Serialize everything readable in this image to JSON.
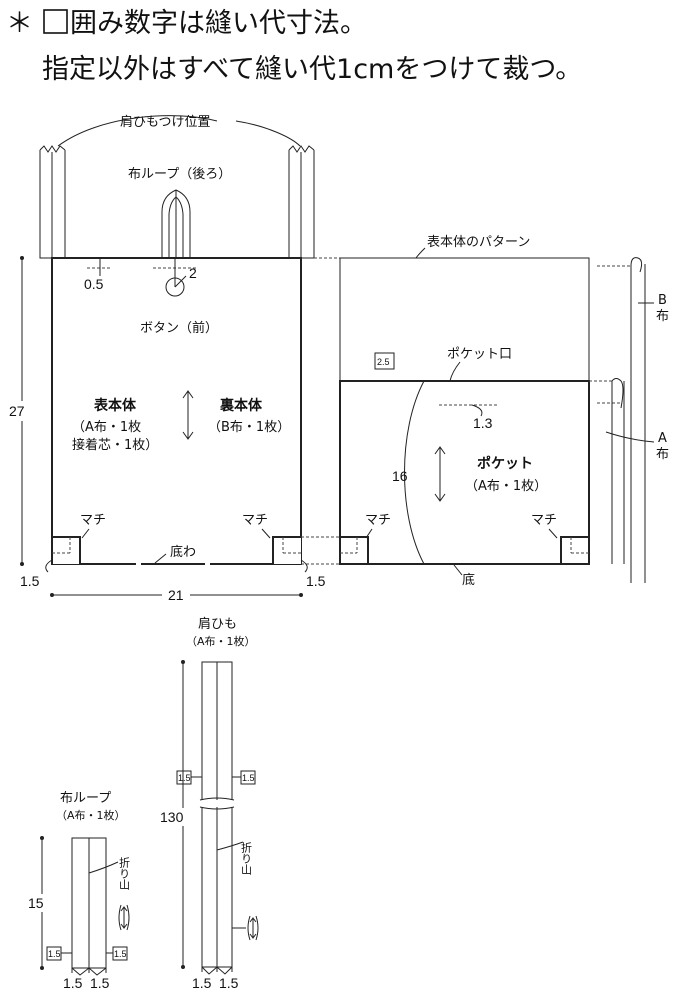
{
  "header": {
    "asterisk": "＊",
    "line1": "囲み数字は縫い代寸法。",
    "line2": "指定以外はすべて縫い代1cmをつけて裁つ。"
  },
  "main_body": {
    "strap_position_label": "肩ひもつけ位置",
    "loop_label": "布ループ（後ろ）",
    "button_label": "ボタン（前）",
    "dim_top_offset": "0.5",
    "dim_button": "2",
    "dim_height": "27",
    "dim_width": "21",
    "dim_corner_left": "1.5",
    "dim_corner_right": "1.5",
    "front_title": "表本体",
    "front_line1": "（A布・1枚",
    "front_line2": "接着芯・1枚）",
    "back_title": "裏本体",
    "back_line1": "（B布・1枚）",
    "gusset_left": "マチ",
    "gusset_right": "マチ",
    "bottom_fold": "底わ"
  },
  "pattern": {
    "title": "表本体のパターン",
    "pocket_opening": "ポケット口",
    "seam_box": "2.5",
    "dim_pocket_offset": "1.3",
    "dim_pocket_height": "16",
    "pocket_title": "ポケット",
    "pocket_line1": "（A布・1枚）",
    "gusset_left": "マチ",
    "gusset_right": "マチ",
    "bottom": "底",
    "fabric_b": "B",
    "fabric_b2": "布",
    "fabric_a": "A",
    "fabric_a2": "布"
  },
  "strap": {
    "title": "肩ひも",
    "subtitle": "（A布・1枚）",
    "dim_length": "130",
    "seam_left": "1.5",
    "seam_right": "1.5",
    "fold_label": "折り山",
    "dim_w1": "1.5",
    "dim_w2": "1.5"
  },
  "loop": {
    "title": "布ループ",
    "subtitle": "（A布・1枚）",
    "dim_length": "15",
    "seam_left": "1.5",
    "seam_right": "1.5",
    "fold_label": "折り山",
    "dim_w1": "1.5",
    "dim_w2": "1.5"
  }
}
